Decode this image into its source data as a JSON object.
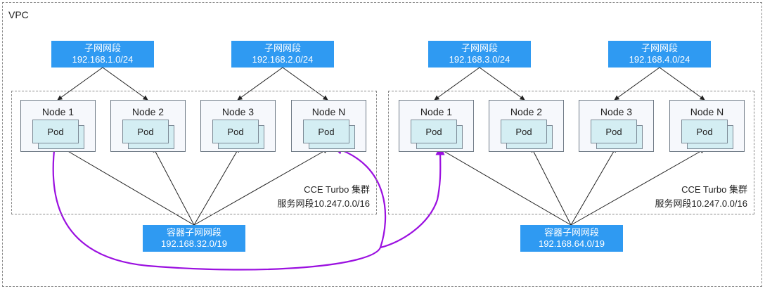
{
  "vpc_label": "VPC",
  "clusters": [
    {
      "name": "CCE Turbo 集群",
      "service_cidr": "服务网段10.247.0.0/16",
      "subnets": [
        {
          "title": "子网网段",
          "cidr": "192.168.1.0/24"
        },
        {
          "title": "子网网段",
          "cidr": "192.168.2.0/24"
        }
      ],
      "nodes": [
        {
          "label": "Node 1",
          "pod": "Pod"
        },
        {
          "label": "Node 2",
          "pod": "Pod"
        },
        {
          "label": "Node 3",
          "pod": "Pod"
        },
        {
          "label": "Node N",
          "pod": "Pod"
        }
      ],
      "container_subnet": {
        "title": "容器子网网段",
        "cidr": "192.168.32.0/19"
      }
    },
    {
      "name": "CCE Turbo 集群",
      "service_cidr": "服务网段10.247.0.0/16",
      "subnets": [
        {
          "title": "子网网段",
          "cidr": "192.168.3.0/24"
        },
        {
          "title": "子网网段",
          "cidr": "192.168.4.0/24"
        }
      ],
      "nodes": [
        {
          "label": "Node 1",
          "pod": "Pod"
        },
        {
          "label": "Node 2",
          "pod": "Pod"
        },
        {
          "label": "Node 3",
          "pod": "Pod"
        },
        {
          "label": "Node N",
          "pod": "Pod"
        }
      ],
      "container_subnet": {
        "title": "容器子网网段",
        "cidr": "192.168.64.0/19"
      }
    }
  ],
  "colors": {
    "subnet_fill": "#2f9af2",
    "pod_fill": "#d4eef3",
    "node_fill": "#f6f8fc",
    "pod_traffic_arrow": "#9b10e0",
    "connector": "#222222"
  }
}
